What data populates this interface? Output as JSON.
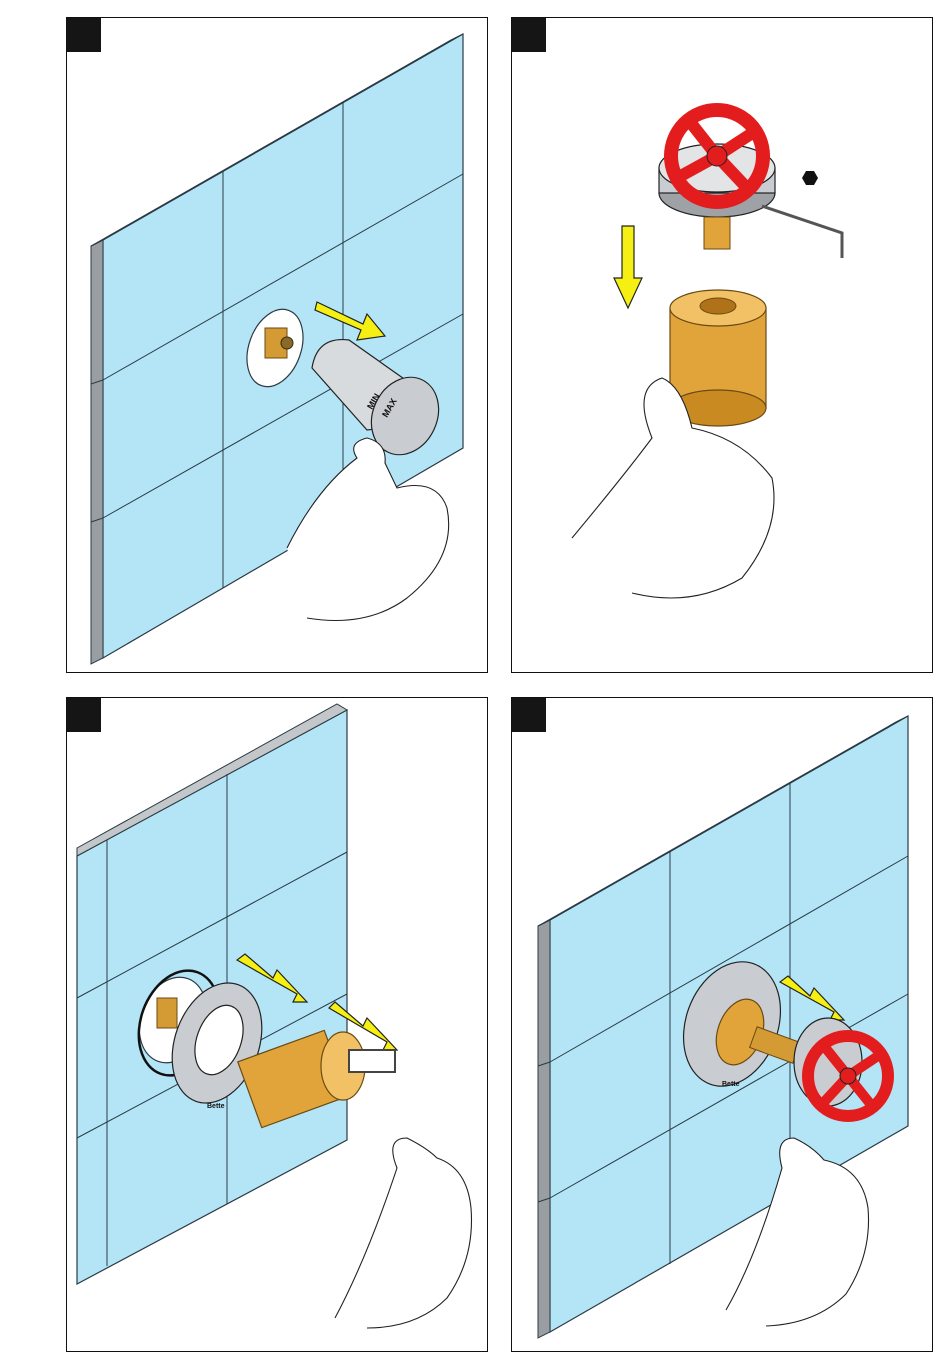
{
  "colors": {
    "tile": "#b3e5f7",
    "tile_line": "#2b3a44",
    "wall_edge": "#9a9ea2",
    "arrow": "#f5ef13",
    "brass": "#e0a43a",
    "chrome": "#c9ccd0",
    "handwheel": "#e31d1d"
  },
  "panels": [
    {
      "step_label": "",
      "icons": [
        "tiled-wall",
        "pipe-opening",
        "chrome-knob",
        "hand",
        "arrow"
      ],
      "knob_text": {
        "min": "MIN",
        "max": "MAX"
      }
    },
    {
      "step_label": "",
      "icons": [
        "red-handwheel",
        "chrome-base",
        "hex-key",
        "hex-symbol",
        "brass-insert",
        "hand",
        "arrow-down"
      ]
    },
    {
      "step_label": "",
      "icons": [
        "tiled-wall",
        "pipe-opening",
        "o-ring",
        "chrome-rosette",
        "brass-sleeve",
        "tool",
        "hand",
        "arrow",
        "arrow"
      ],
      "rosette_text": "Bette"
    },
    {
      "step_label": "",
      "icons": [
        "tiled-wall",
        "chrome-rosette",
        "brass-insert",
        "red-handwheel",
        "hand",
        "arrow"
      ],
      "rosette_text": "Bette"
    }
  ]
}
